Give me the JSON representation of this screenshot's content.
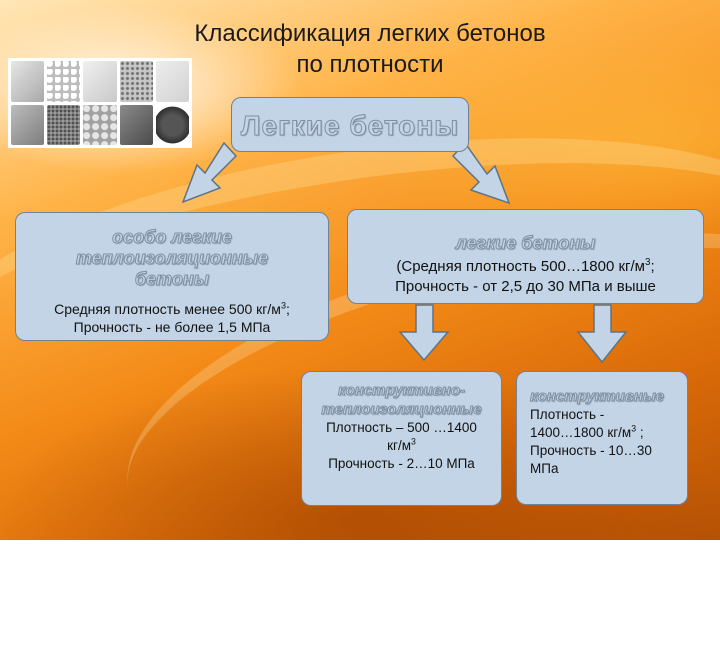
{
  "title": {
    "line1": "Классификация легких бетонов",
    "line2": "по плотности"
  },
  "photo": {
    "icon": "concrete-samples-image"
  },
  "root": {
    "label": "Легкие бетоны"
  },
  "left_box": {
    "heading_line1": "особо легкие",
    "heading_line2": "теплоизоляционные",
    "heading_line3": "бетоны",
    "density_text": "Средняя плотность менее 500 кг/м",
    "density_sup": "3",
    "density_end": ";",
    "strength_text": "Прочность - не более 1,5 МПа"
  },
  "right_box": {
    "heading": "легкие бетоны",
    "density_text": "(Средняя плотность 500…1800 кг/м",
    "density_sup": "3",
    "density_end": ";",
    "strength_text": "Прочность - от 2,5 до 30 МПа и выше"
  },
  "bottom_left_box": {
    "heading_line1": "конструктивно-",
    "heading_line2": "теплоизоляционные",
    "density_line1": "Плотность – 500 …1400",
    "density_line2": "кг/м",
    "density_sup": "3",
    "strength_text": "Прочность - 2…10 МПа"
  },
  "bottom_right_box": {
    "heading": "конструктивные",
    "line1": "Плотность -",
    "line2_text": "1400…1800 кг/м",
    "line2_sup": "3",
    "line2_end": " ;",
    "line3": "Прочность - 10…30",
    "line4": "МПа"
  },
  "colors": {
    "box_fill": "#c3d4e6",
    "box_border": "#6f8296",
    "arrow_fill": "#c3d4e6",
    "arrow_stroke": "#5f7386"
  }
}
